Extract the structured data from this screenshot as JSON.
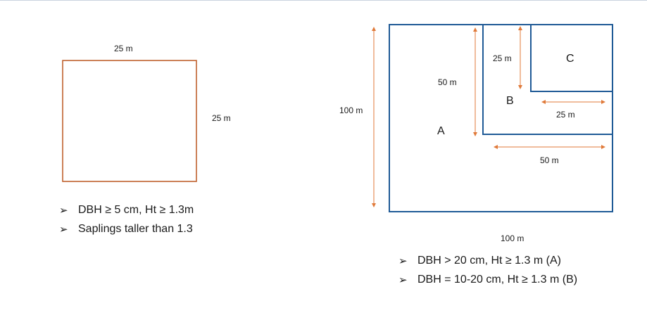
{
  "colors": {
    "small_plot_stroke": "#c0622e",
    "nested_plot_stroke": "#1f5a96",
    "arrow_color": "#e07a3a",
    "text": "#1a1a1a"
  },
  "left_plot": {
    "top_label": "25 m",
    "side_label": "25 m",
    "criteria": [
      "DBH ≥ 5 cm, Ht ≥ 1.3m",
      "Saplings taller than 1.3"
    ]
  },
  "right_plot": {
    "outer_height_label": "100 m",
    "outer_width_label": "100 m",
    "a_label": "A",
    "b_label": "B",
    "c_label": "C",
    "b_height_label": "50 m",
    "b_width_label": "50 m",
    "c_height_label": "25 m",
    "c_width_label": "25 m",
    "criteria": [
      "DBH > 20 cm, Ht ≥ 1.3 m (A)",
      "DBH = 10-20 cm, Ht ≥ 1.3 m (B)"
    ]
  },
  "bullet_icon": "arrowhead-bullet-icon"
}
